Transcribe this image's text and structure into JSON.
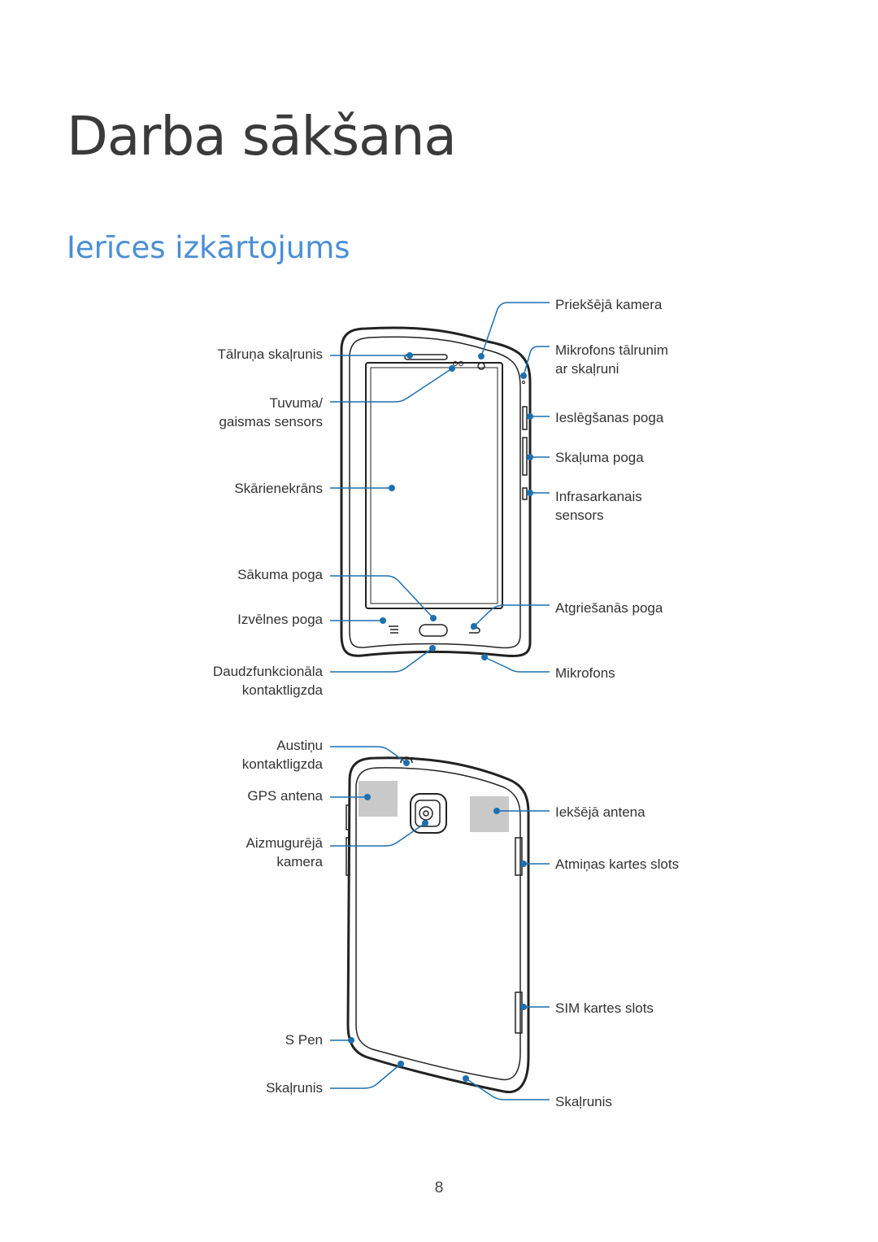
{
  "page": {
    "title": "Darba sākšana",
    "section_title": "Ierīces izkārtojums",
    "page_number": "8"
  },
  "front_labels": {
    "front_camera": "Priekšējā kamera",
    "earpiece": "Tālruņa skaļrunis",
    "speakerphone_mic": "Mikrofons tālrunim\nar skaļruni",
    "proximity_sensor": "Tuvuma/\ngaismas sensors",
    "power_button": "Ieslēgšanas poga",
    "volume_button": "Skaļuma poga",
    "touchscreen": "Skārienekrāns",
    "ir_sensor": "Infrasarkanais\nsensors",
    "home_button": "Sākuma poga",
    "back_button": "Atgriešanās poga",
    "menu_button": "Izvēlnes poga",
    "multipurpose_jack": "Daudzfunkcionāla\nkontaktligzda",
    "microphone": "Mikrofons"
  },
  "back_labels": {
    "headset_jack": "Austiņu\nkontaktligzda",
    "gps_antenna": "GPS antena",
    "internal_antenna": "Iekšējā antena",
    "rear_camera": "Aizmugurējā\nkamera",
    "memory_card_slot": "Atmiņas kartes slots",
    "sim_card_slot": "SIM kartes slots",
    "s_pen": "S Pen",
    "speaker_left": "Skaļrunis",
    "speaker_right": "Skaļrunis"
  },
  "colors": {
    "callout": "#1d6fb0",
    "title": "#3a3a3a",
    "section_title": "#4a8fd6",
    "antenna_fill": "#c9c9c9"
  }
}
